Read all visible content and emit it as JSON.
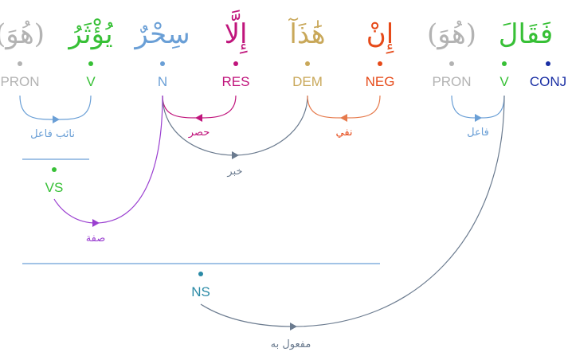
{
  "colors": {
    "pron": "#b3b3b3",
    "verb": "#37c036",
    "noun": "#6a9fd6",
    "res": "#c0157c",
    "dem": "#c9a85a",
    "neg": "#e64a19",
    "conj": "#1a2fa4",
    "ns": "#2a8aa6",
    "vs": "#37c036",
    "arc_blue": "#6a9fd6",
    "arc_purple": "#9a3fd0",
    "arc_slate": "#6b7b8f",
    "arc_res": "#c0157c",
    "arc_neg": "#e67a4c",
    "phrase_line": "#6a9fd6"
  },
  "words": [
    {
      "id": "w1",
      "text": "(هُوَ)",
      "tag": "PRON",
      "color": "pron"
    },
    {
      "id": "w2",
      "text": "يُؤْثَرُ",
      "tag": "V",
      "color": "verb"
    },
    {
      "id": "w3",
      "text": "سِحْرٌ",
      "tag": "N",
      "color": "noun"
    },
    {
      "id": "w4",
      "text": "إِلَّا",
      "tag": "RES",
      "color": "res"
    },
    {
      "id": "w5",
      "text": "هَٰذَآ",
      "tag": "DEM",
      "color": "dem"
    },
    {
      "id": "w6",
      "text": "إِنْ",
      "tag": "NEG",
      "color": "neg"
    },
    {
      "id": "w7",
      "text": "(هُوَ)",
      "tag": "PRON",
      "color": "pron"
    },
    {
      "id": "w8",
      "text": "فَقَالَ",
      "tag": "V",
      "color": "verb"
    },
    {
      "id": "w9",
      "text": "",
      "tag": "CONJ",
      "color": "conj"
    }
  ],
  "phrases": [
    {
      "id": "vs",
      "tag": "VS",
      "color": "vs"
    },
    {
      "id": "ns",
      "tag": "NS",
      "color": "ns"
    }
  ],
  "relations": [
    {
      "id": "r1",
      "label": "نائب فاعل",
      "from": "w1",
      "to": "w2",
      "color": "arc_blue"
    },
    {
      "id": "r2",
      "label": "حصر",
      "from": "w4",
      "to": "w3",
      "color": "arc_res"
    },
    {
      "id": "r3",
      "label": "خبر",
      "from": "w3",
      "to": "w5",
      "color": "arc_slate"
    },
    {
      "id": "r4",
      "label": "نفي",
      "from": "w6",
      "to": "w5",
      "color": "arc_neg"
    },
    {
      "id": "r5",
      "label": "فاعل",
      "from": "w7",
      "to": "w8",
      "color": "arc_blue"
    },
    {
      "id": "r6",
      "label": "صفة",
      "from": "vs",
      "to": "w3",
      "color": "arc_purple"
    },
    {
      "id": "r7",
      "label": "مفعول به",
      "from": "ns",
      "to": "w8",
      "color": "arc_slate"
    }
  ]
}
